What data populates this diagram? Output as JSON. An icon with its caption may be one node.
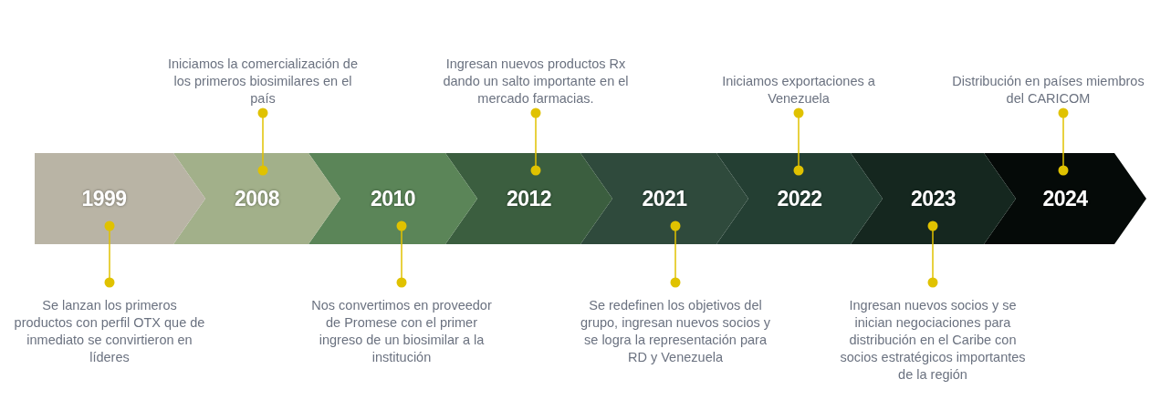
{
  "diagram": {
    "nodes": [
      {
        "text": [
          "1999"
        ]
      },
      {
        "text": [
          "2008"
        ]
      },
      {
        "text": [
          "2010"
        ]
      },
      {
        "text": [
          "2012"
        ]
      },
      {
        "text": [
          "2021"
        ]
      },
      {
        "text": [
          "2022"
        ]
      },
      {
        "text": [
          "2023"
        ]
      },
      {
        "text": [
          "2024"
        ]
      },
      {
        "text": [
          "Iniciamos la comercialización de los primeros biosimilares en el país"
        ]
      },
      {
        "text": [
          "Ingresan nuevos productos Rx dando un salto importante en el mercado farmacias."
        ]
      },
      {
        "text": [
          "Iniciamos exportaciones a Venezuela"
        ]
      },
      {
        "text": [
          "Distribución en países miembros del CARICOM"
        ]
      },
      {
        "text": [
          "Se lanzan los primeros productos con perfil OTX que de inmediato se convirtieron en líderes"
        ]
      },
      {
        "text": [
          "Nos convertimos en proveedor de Promese con el primer ingreso de un biosimilar a la institución"
        ]
      },
      {
        "text": [
          "Se redefinen los objetivos del grupo, ingresan nuevos socios y se logra la representación para RD y Venezuela"
        ]
      },
      {
        "text": [
          "Ingresan nuevos socios y se inician negociaciones para distribución en el Caribe con socios estratégicos importantes de la región"
        ]
      }
    ],
    "edges": [
      {
        "from": 8,
        "to": 1,
        "arrow": "other"
      },
      {
        "from": 9,
        "to": 3,
        "arrow": "other"
      },
      {
        "from": 10,
        "to": 5,
        "arrow": "other"
      },
      {
        "from": 11,
        "to": 7,
        "arrow": "other"
      },
      {
        "from": 12,
        "to": 0,
        "arrow": "other"
      },
      {
        "from": 13,
        "to": 2,
        "arrow": "other"
      },
      {
        "from": 14,
        "to": 4,
        "arrow": "other"
      },
      {
        "from": 15,
        "to": 6,
        "arrow": "other"
      }
    ]
  }
}
